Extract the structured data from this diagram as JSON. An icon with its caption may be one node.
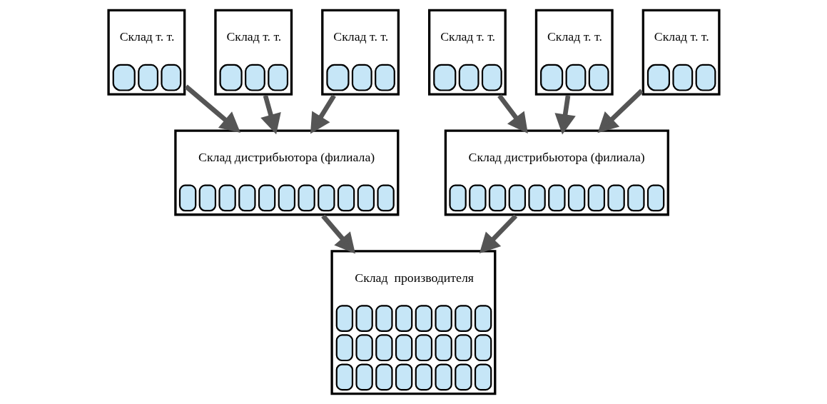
{
  "diagram": {
    "nodes": [
      {
        "text": [
          "Склад т. т."
        ]
      },
      {
        "text": [
          "Склад т. т."
        ]
      },
      {
        "text": [
          "Склад т. т."
        ]
      },
      {
        "text": [
          "Склад т. т."
        ]
      },
      {
        "text": [
          "Склад т. т."
        ]
      },
      {
        "text": [
          "Склад т. т."
        ]
      },
      {
        "text": [
          "Склад дистрибьютора (филиала)"
        ]
      },
      {
        "text": [
          "Склад дистрибьютора (филиала)"
        ]
      },
      {
        "text": [
          "Склад  производителя"
        ]
      }
    ],
    "edges": [
      {
        "from": 0,
        "to": 6,
        "arrow": "to"
      },
      {
        "from": 1,
        "to": 6,
        "arrow": "to"
      },
      {
        "from": 2,
        "to": 6,
        "arrow": "to"
      },
      {
        "from": 3,
        "to": 7,
        "arrow": "to"
      },
      {
        "from": 4,
        "to": 7,
        "arrow": "to"
      },
      {
        "from": 5,
        "to": 7,
        "arrow": "to"
      },
      {
        "from": 6,
        "to": 8,
        "arrow": "to"
      },
      {
        "from": 7,
        "to": 8,
        "arrow": "to"
      }
    ]
  }
}
